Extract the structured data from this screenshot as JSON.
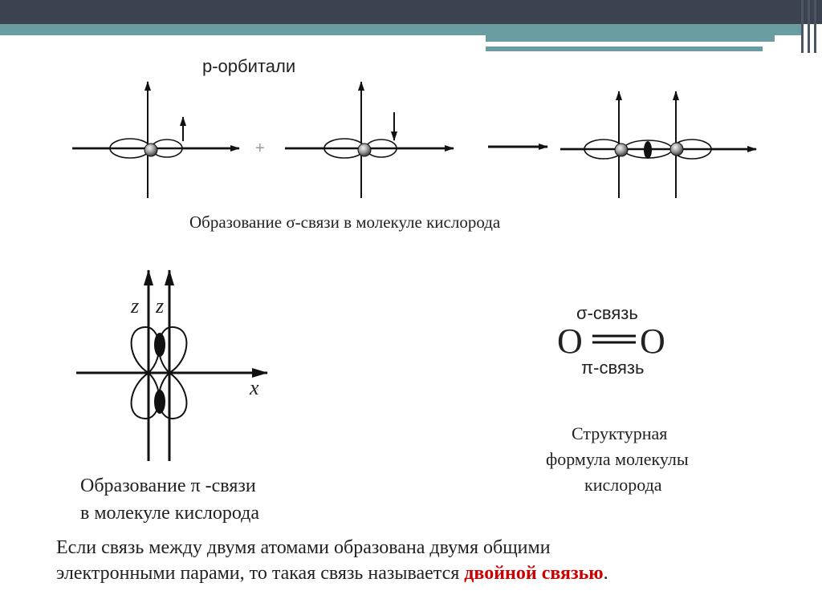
{
  "slide": {
    "label_p_orbitals": "р-орбитали",
    "plus_sign": "+",
    "sigma_caption": "Образование σ-связи в молекуле кислорода",
    "pi_caption_line1": "Образование π -связи",
    "pi_caption_line2": "в молекуле кислорода",
    "axis_z1": "z",
    "axis_z2": "z",
    "axis_x": "x",
    "bond_sigma_label": "σ-связь",
    "bond_pi_label": "π-связь",
    "atom_left": "O",
    "atom_right": "O",
    "struct_line1": "Структурная",
    "struct_line2": "формула молекулы",
    "struct_line3": "кислорода",
    "bottom_line1": "Если связь между двумя атомами образована двумя общими",
    "bottom_line2_prefix": "электронными парами, то такая связь называется ",
    "bottom_highlight": "двойной связью",
    "bottom_period": "."
  },
  "colors": {
    "header_dark": "#3c4250",
    "header_teal": "#6a9da1",
    "highlight": "#cc0000"
  }
}
